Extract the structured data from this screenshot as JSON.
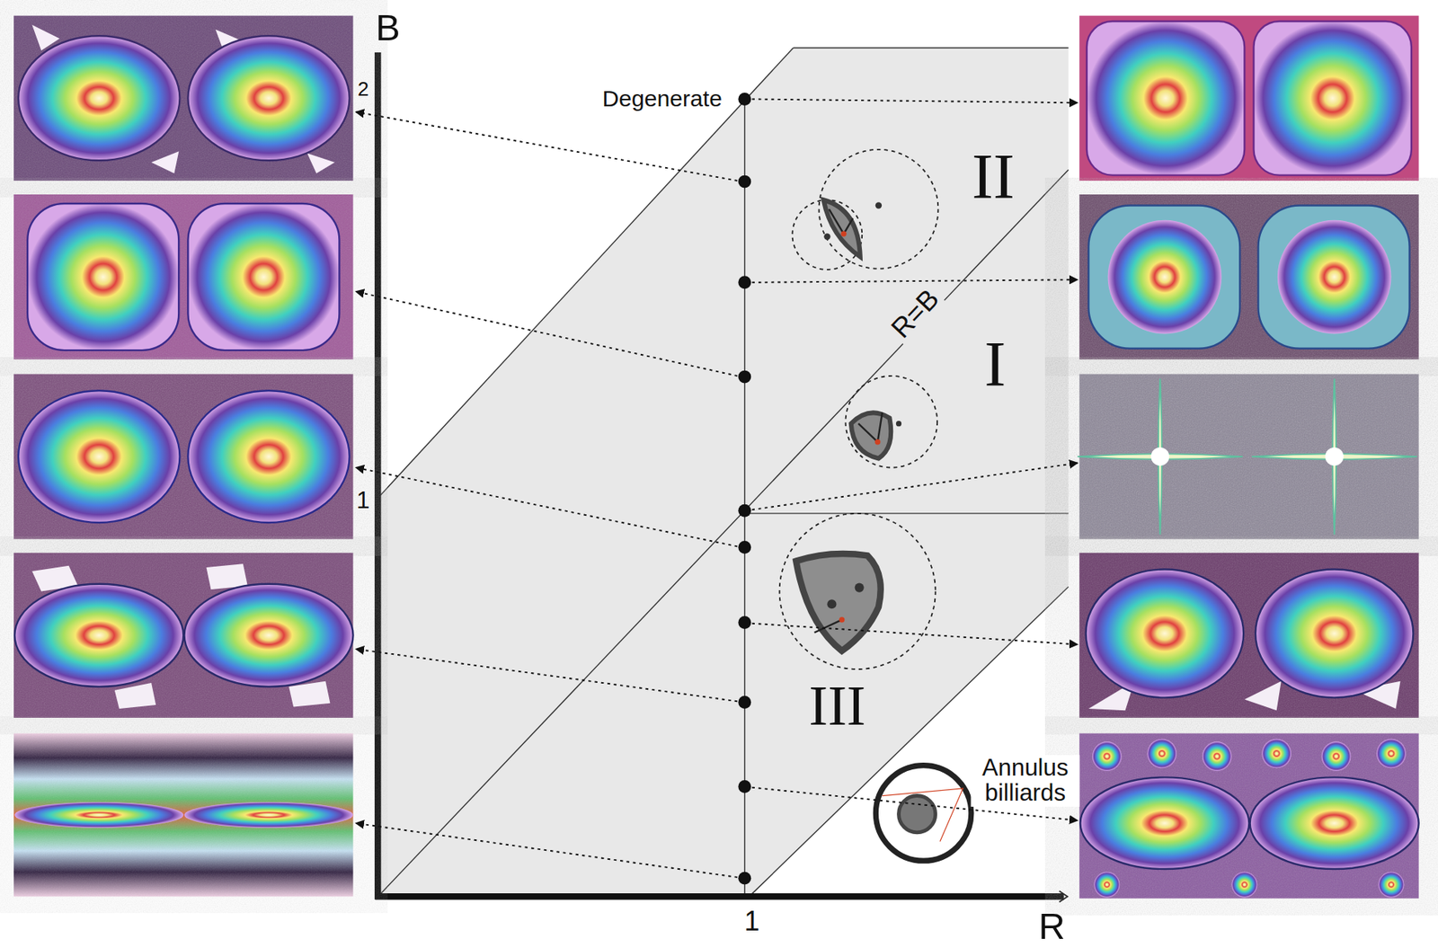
{
  "diagram": {
    "labels": [
      "B",
      "2",
      "1",
      "Degenerate",
      "II",
      "R=B",
      "I",
      "III",
      "Annulus billiards",
      "1",
      "R"
    ]
  }
}
